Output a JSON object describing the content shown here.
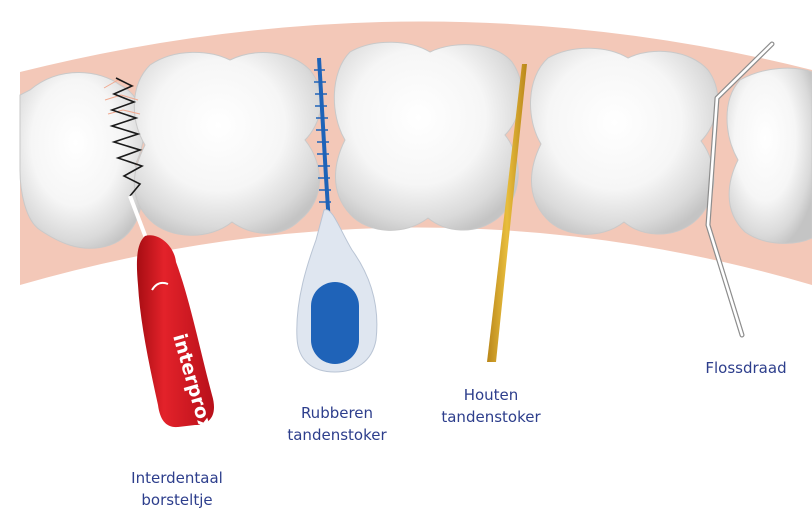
{
  "labels": {
    "interdental_brush": [
      "Interdentaal",
      "borsteltje"
    ],
    "rubber_pick": [
      "Rubberen",
      "tandenstoker"
    ],
    "wooden_pick": [
      "Houten",
      "tandenstoker"
    ],
    "floss": [
      "Flossdraad"
    ]
  },
  "brand": "interprox.",
  "colors": {
    "gum": "#f3c8b8",
    "label": "#2d3e8c",
    "brush_handle": "#d7141d",
    "rubber_blue": "#1f63b8",
    "wood": "#d9a829"
  }
}
